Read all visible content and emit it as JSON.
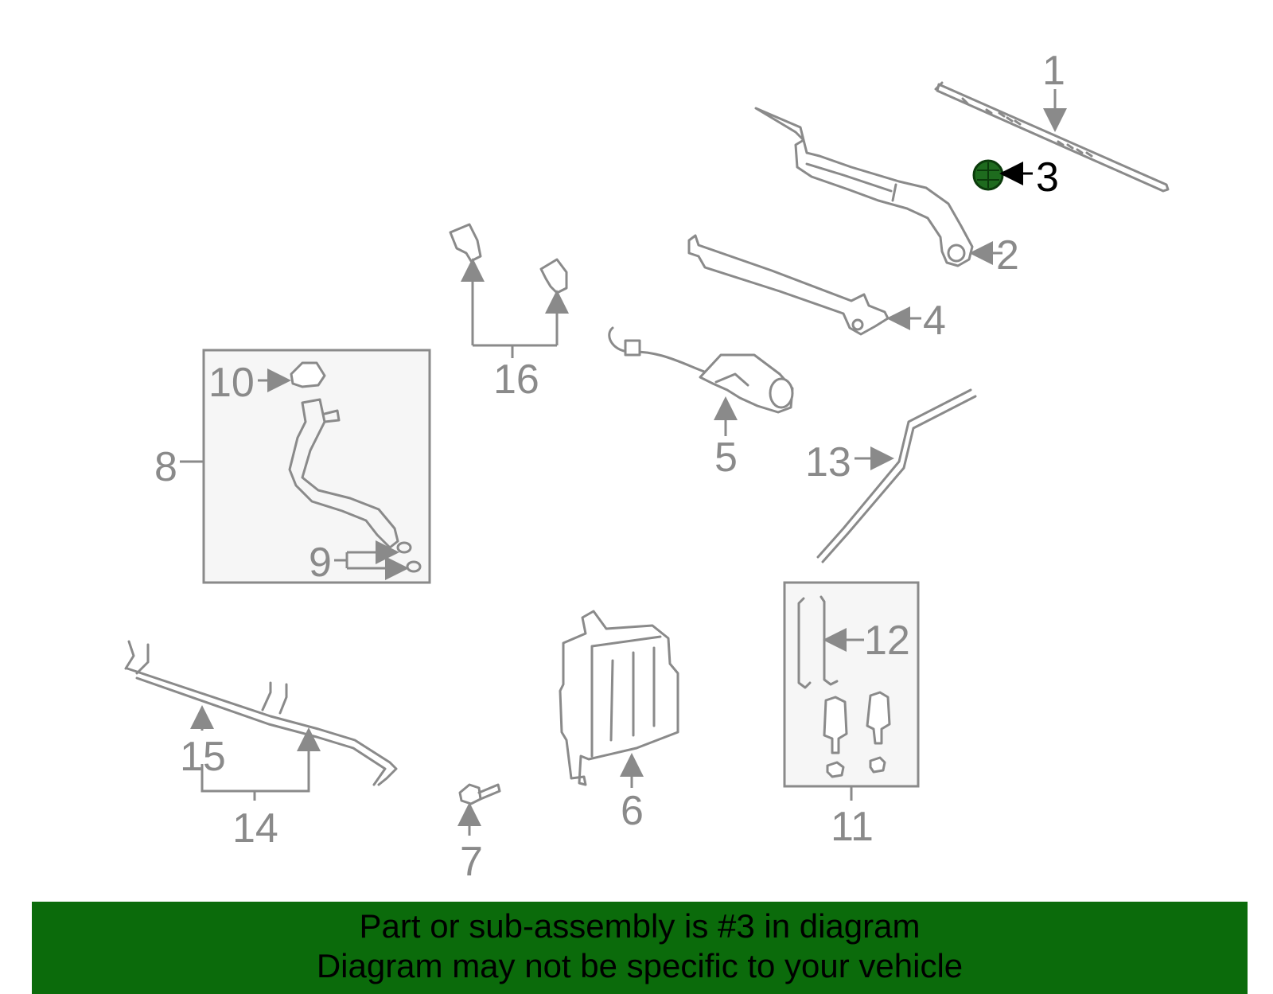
{
  "callouts": {
    "c1": "1",
    "c2": "2",
    "c3": "3",
    "c4": "4",
    "c5": "5",
    "c6": "6",
    "c7": "7",
    "c8": "8",
    "c9": "9",
    "c10": "10",
    "c11": "11",
    "c12": "12",
    "c13": "13",
    "c14": "14",
    "c15": "15",
    "c16": "16"
  },
  "highlight": {
    "part": "3",
    "color": "#1e6b1e"
  },
  "banner": {
    "line1": "Part or sub-assembly is #3 in diagram",
    "line2": "Diagram may not be specific to your vehicle",
    "color": "#0b6b0b"
  }
}
